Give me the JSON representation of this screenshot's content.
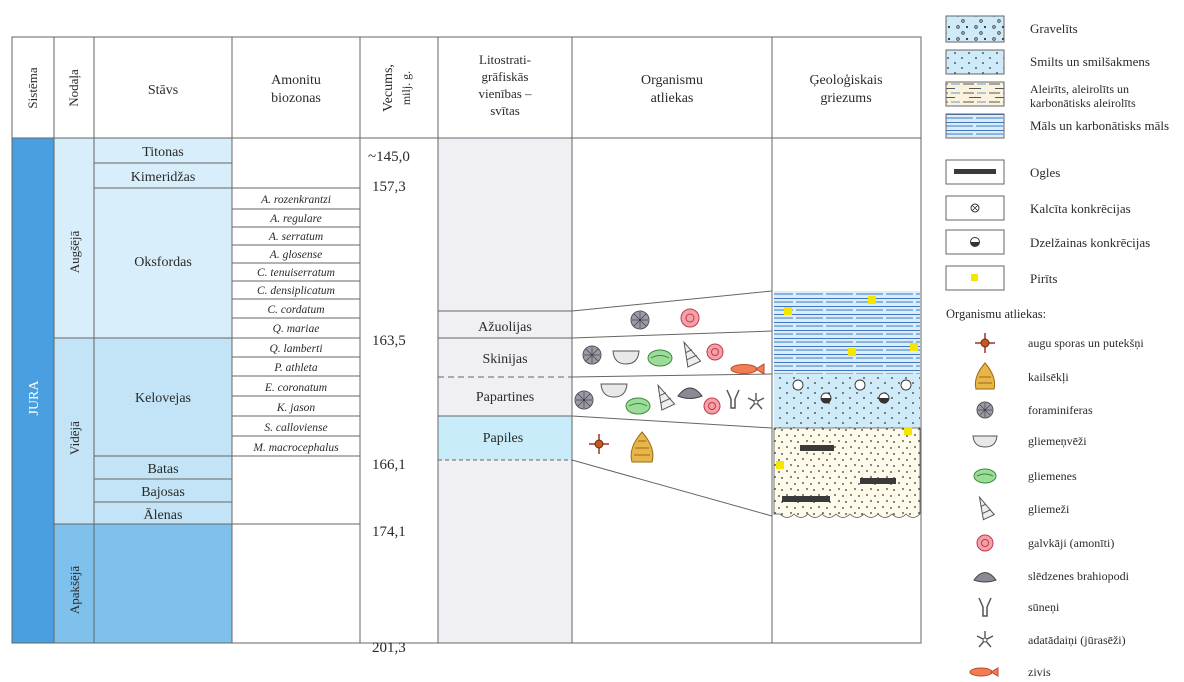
{
  "table": {
    "headers": {
      "sistema": "Sistēma",
      "nodala": "Nodaļa",
      "stavs": "Stāvs",
      "biozonas_1": "Amonitu",
      "biozonas_2": "biozonas",
      "vecums_1": "Vecums,",
      "vecums_2": "milj. g.",
      "lito_1": "Litostrati-",
      "lito_2": "grāfiskās",
      "lito_3": "vienības –",
      "lito_4": "svītas",
      "org_1": "Organismu",
      "org_2": "atliekas",
      "geo_1": "Ģeoloģiskais",
      "geo_2": "griezums"
    },
    "system": "JURA",
    "divisions": [
      "Augšējā",
      "Vidējā",
      "Apakšējā"
    ],
    "stages": [
      "Titonas",
      "Kimeridžas",
      "Oksfordas",
      "Kelovejas",
      "Batas",
      "Bajosas",
      "Ālenas"
    ],
    "biozones": [
      "A. rozenkrantzi",
      "A. regulare",
      "A. serratum",
      "A. glosense",
      "C. tenuiserratum",
      "C. densiplicatum",
      "C. cordatum",
      "Q. mariae",
      "Q. lamberti",
      "P. athleta",
      "E. coronatum",
      "K. jason",
      "S. calloviense",
      "M. macrocephalus"
    ],
    "ages": [
      "~145,0",
      "157,3",
      "163,5",
      "166,1",
      "174,1",
      "201,3"
    ],
    "formations": [
      "Ažuolijas",
      "Skinijas",
      "Papartines",
      "Papiles"
    ]
  },
  "legend": {
    "lithology": [
      "Gravelīts",
      "Smilts un smilšakmens",
      "Aleirīts, aleirolīts un",
      "karbonātisks aleirolīts",
      "Māls un karbonātisks māls",
      "Ogles",
      "Kalcīta konkrēcijas",
      "Dzelžainas konkrēcijas",
      "Pirīts"
    ],
    "organisms_title": "Organismu atliekas:",
    "organisms": [
      "augu sporas un putekšņi",
      "kailsēkļi",
      "foraminiferas",
      "gliemeņvēži",
      "gliemenes",
      "gliemeži",
      "galvkāji (amonīti)",
      "slēdzenes brahiopodi",
      "sūneņi",
      "adatādaiņi (jūrasēži)",
      "zivis"
    ]
  },
  "colors": {
    "system_blue": "#4a9fe0",
    "upper_blue": "#d8eefa",
    "middle_blue": "#c2e4f6",
    "lower_blue": "#7fc1ec",
    "sand_bg": "#cfeaf8",
    "clay_bg": "#dcedf9",
    "gravel_bg": "#fffbea",
    "pyrite": "#f5e600",
    "coal": "#3a3a3a"
  }
}
